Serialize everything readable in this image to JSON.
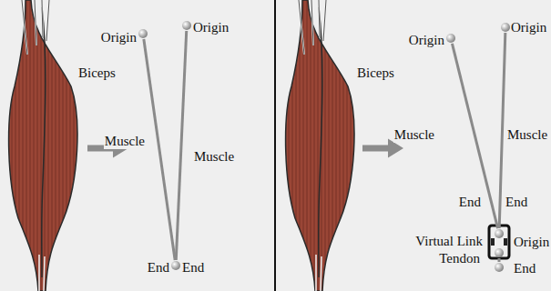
{
  "diagram": {
    "nodes": [
      {
        "text": [
          "Origin"
        ]
      },
      {
        "text": [
          "Origin"
        ]
      },
      {
        "text": [
          "End",
          "End"
        ]
      },
      {
        "text": [
          "Origin"
        ]
      },
      {
        "text": [
          "Origin"
        ]
      },
      {
        "text": [
          "End",
          "End"
        ]
      },
      {
        "text": [
          "Origin"
        ]
      },
      {
        "text": [
          "End"
        ]
      }
    ],
    "edges": [
      {
        "from": 0,
        "to": 2,
        "label": "Muscle",
        "arrow": "none"
      },
      {
        "from": 1,
        "to": 2,
        "label": "Muscle",
        "arrow": "none"
      },
      {
        "from": 3,
        "to": 5,
        "label": "Muscle",
        "arrow": "none"
      },
      {
        "from": 4,
        "to": 5,
        "label": "Muscle",
        "arrow": "none"
      },
      {
        "from": 6,
        "to": 7,
        "label": "Tendon",
        "arrow": "none"
      }
    ],
    "labels": [
      "Biceps",
      "Biceps",
      "Virtual Link"
    ]
  }
}
